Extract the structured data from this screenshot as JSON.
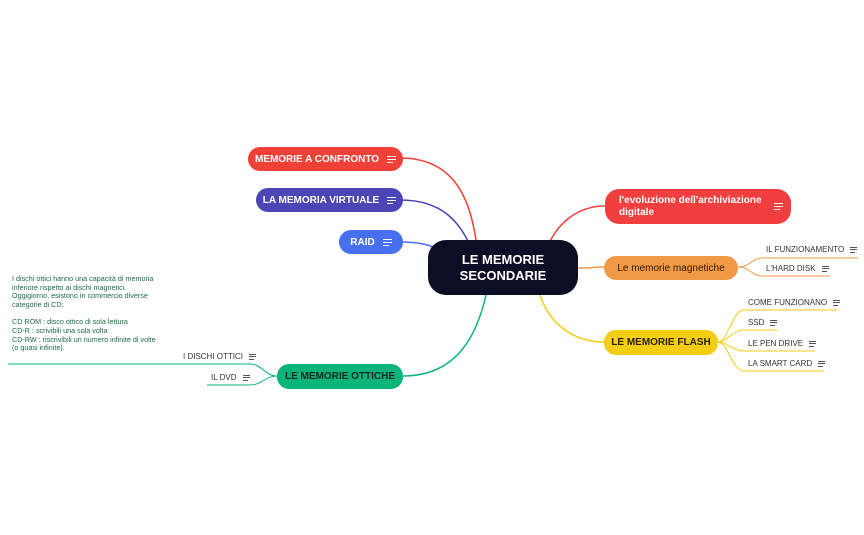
{
  "central": {
    "line1": "LE MEMORIE",
    "line2": "SECONDARIE"
  },
  "colors": {
    "confronto": "#ef4137",
    "virtuale": "#4c45b6",
    "raid": "#4670f0",
    "ottiche": "#0ab47a",
    "evoluzione": "#f13f3f",
    "magnetiche": "#f19a46",
    "flash": "#f4ce12"
  },
  "left_topics": {
    "confronto": "MEMORIE A CONFRONTO",
    "virtuale": "LA MEMORIA VIRTUALE",
    "raid": "RAID",
    "ottiche": "LE MEMORIE OTTICHE"
  },
  "right_topics": {
    "evoluzione_line1": "l'evoluzione dell'archiviazione",
    "evoluzione_line2": "digitale",
    "magnetiche": "Le memorie magnetiche",
    "flash": "LE MEMORIE FLASH"
  },
  "subtopics": {
    "magnetiche": [
      "IL FUNZIONAMENTO",
      "L'HARD DISK"
    ],
    "flash": [
      "COME FUNZIONANO",
      "SSD",
      "LE PEN DRIVE",
      "LA SMART CARD"
    ],
    "ottiche": [
      "I DISCHI OTTICI",
      "IL DVD"
    ]
  },
  "ottiche_note": {
    "paragraph1": "I dischi ottici hanno una capacità di memoria inferiore rispetto ai dischi magnetici. Oggigiorno, esistono in commercio diverse categorie di CD:",
    "line_cdrom": "CD ROM : disco ottico di sola lettura",
    "line_cdr": "CD-R : scrivibili una sola volta",
    "line_cdrw": "CD-RW : riscrivibili un numero infinite di volte (o quasi infinite)."
  }
}
